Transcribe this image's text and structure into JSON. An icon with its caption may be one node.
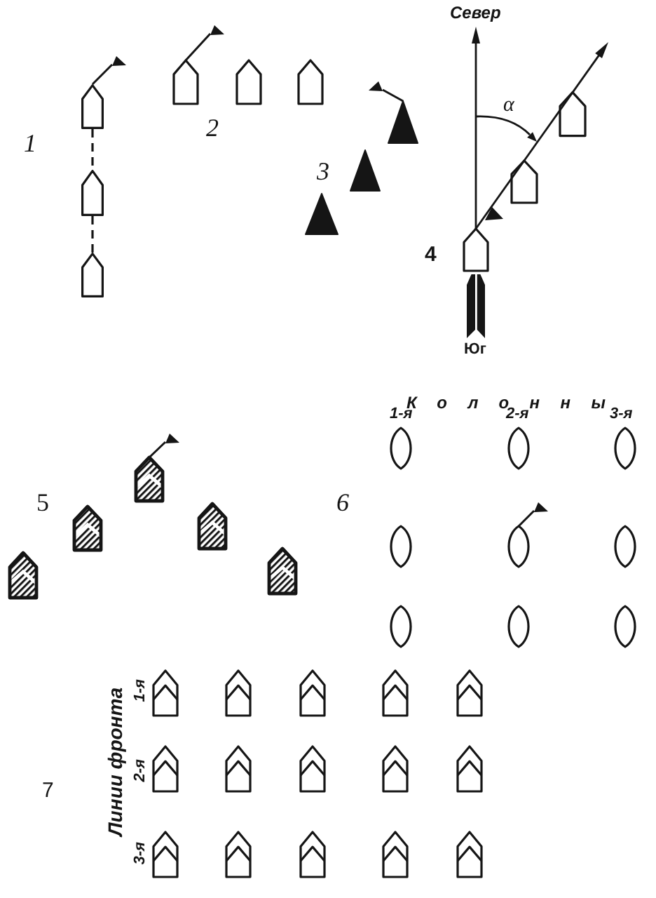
{
  "diagram": {
    "nodes": [
      {
        "text": [],
        "shape": "ship"
      },
      {
        "text": [],
        "shape": "ship"
      },
      {
        "text": [],
        "shape": "ship"
      }
    ],
    "edges": [
      {
        "from": 0,
        "to": 1,
        "arrow": "none",
        "style": "dashed"
      },
      {
        "from": 1,
        "to": 2,
        "arrow": "none",
        "style": "dashed"
      }
    ],
    "labels": [
      "1",
      "2",
      "3",
      "Север",
      "α",
      "4",
      "Юг",
      "5",
      "6",
      "Колонны",
      "1-я",
      "2-я",
      "3-я",
      "7",
      "Линии фронта",
      "1-я",
      "2-я",
      "3-я"
    ]
  }
}
